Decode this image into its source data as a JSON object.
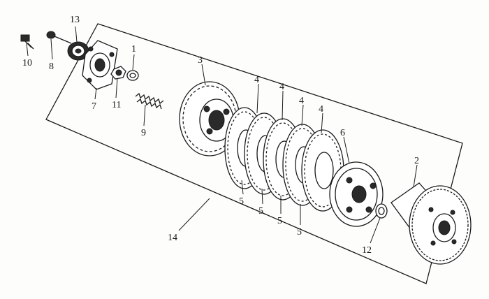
{
  "diagram": {
    "labels": {
      "p1": "1",
      "p2": "2",
      "p3": "3",
      "p4a": "4",
      "p4b": "4",
      "p4c": "4",
      "p4d": "4",
      "p5a": "5",
      "p5b": "5",
      "p5c": "5",
      "p5d": "5",
      "p6": "6",
      "p7": "7",
      "p8": "8",
      "p9": "9",
      "p10": "10",
      "p11": "11",
      "p12": "12",
      "p13": "13",
      "p14": "14"
    }
  }
}
